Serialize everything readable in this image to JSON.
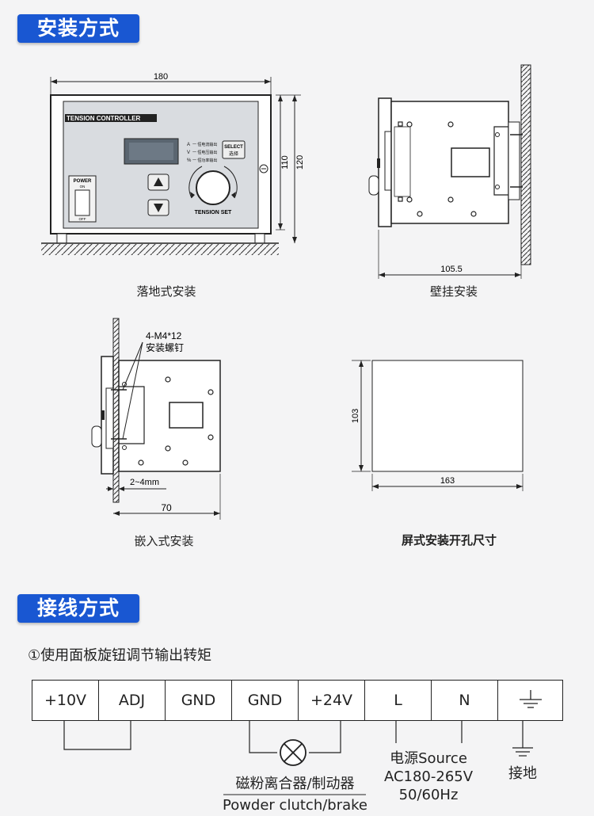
{
  "sections": {
    "install": "安装方式",
    "wiring": "接线方式"
  },
  "install": {
    "floor": {
      "caption": "落地式安装",
      "dim_width": "180",
      "dim_h1": "110",
      "dim_h2": "120",
      "panel_title": "TENSION CONTROLLER",
      "power_label": "POWER",
      "power_on": "ON",
      "power_off": "OFF",
      "select_label": "SELECT",
      "select_sub": "选择",
      "knob_label": "TENSION SET",
      "ind_a": "A",
      "ind_v": "V",
      "ind_pct": "%",
      "ind_a_text": "一 恒电流输出",
      "ind_v_text": "一 恒电压输出",
      "ind_pct_text": "一 恒功率输出"
    },
    "wall": {
      "caption": "壁挂安装",
      "dim": "105.5"
    },
    "embed": {
      "caption": "嵌入式安装",
      "screw_label": "4-M4*12",
      "screw_sub": "安装螺钉",
      "thickness": "2~4mm",
      "depth": "70"
    },
    "cutout": {
      "caption": "屏式安装开孔尺寸",
      "height": "103",
      "width": "163"
    }
  },
  "wiring": {
    "step1": "①使用面板旋钮调节输出转矩",
    "terminals": [
      "+10V",
      "ADJ",
      "GND",
      "GND",
      "+24V",
      "L",
      "N"
    ],
    "load_cn": "磁粉离合器/制动器",
    "load_en": "Powder clutch/brake",
    "source_cn": "电源Source",
    "source_v": "AC180-265V",
    "source_hz": "50/60Hz",
    "ground": "接地"
  }
}
